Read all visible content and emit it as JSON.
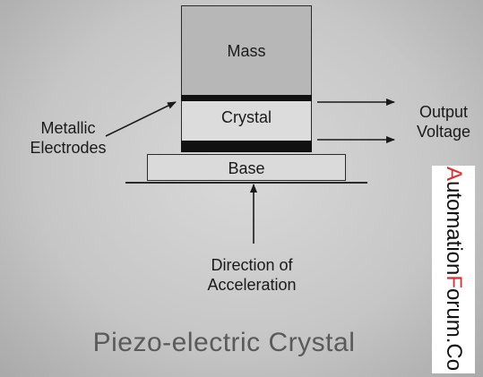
{
  "diagram": {
    "mass_label": "Mass",
    "crystal_label": "Crystal",
    "base_label": "Base",
    "electrodes_label_line1": "Metallic",
    "electrodes_label_line2": "Electrodes",
    "output_label_line1": "Output",
    "output_label_line2": "Voltage",
    "acceleration_label_line1": "Direction of",
    "acceleration_label_line2": "Acceleration",
    "caption": "Piezo-electric Crystal"
  },
  "watermark": {
    "part1_accent": "A",
    "part2": "utomation",
    "part3_accent": "F",
    "part4": "orum.Co",
    "accent_color": "#e52b2b"
  }
}
